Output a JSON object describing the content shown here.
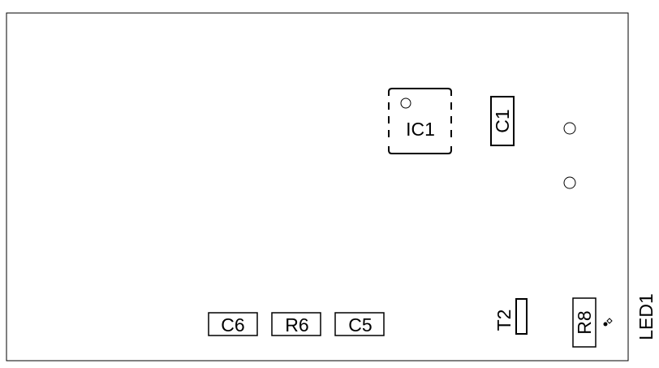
{
  "board": {
    "components": {
      "ic1": {
        "label": "IC1"
      },
      "c1": {
        "label": "C1"
      },
      "c6": {
        "label": "C6"
      },
      "r6": {
        "label": "R6"
      },
      "c5": {
        "label": "C5"
      },
      "t2": {
        "label": "T2"
      },
      "r8": {
        "label": "R8"
      },
      "led1": {
        "label": "LED1"
      }
    }
  }
}
